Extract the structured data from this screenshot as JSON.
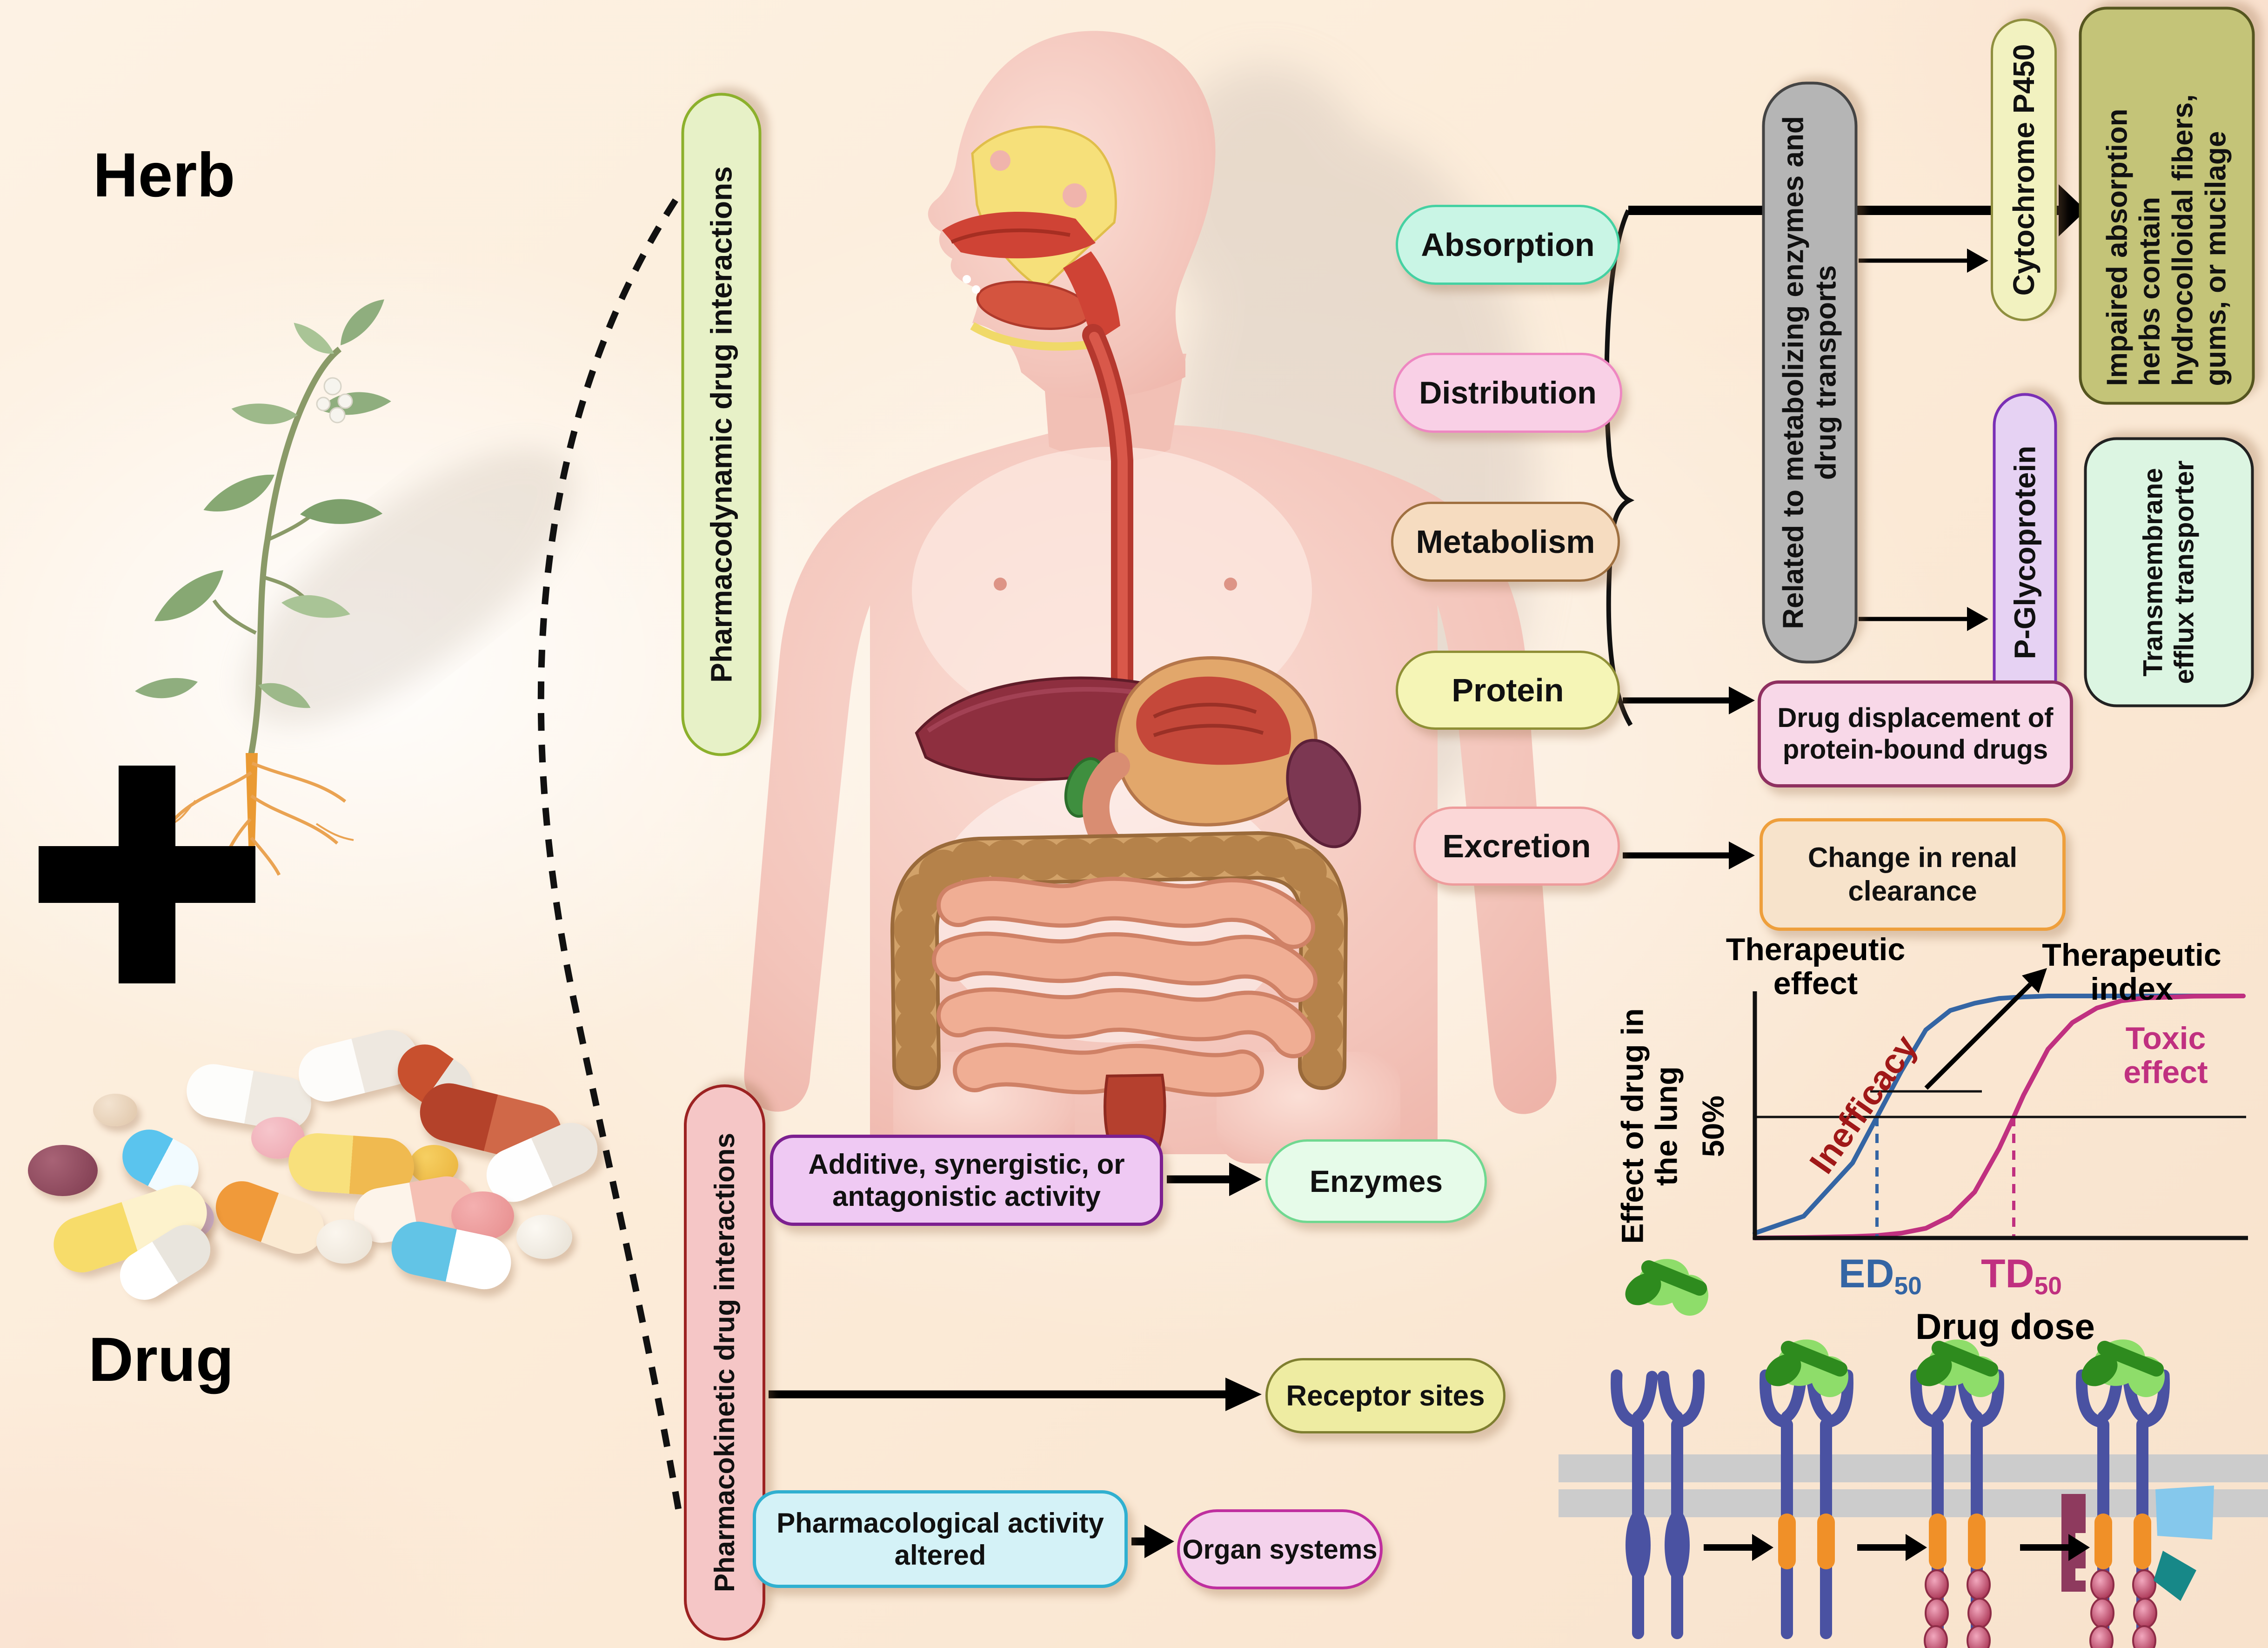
{
  "herb_drug": {
    "herb_label": "Herb",
    "plus_sign": "+",
    "drug_label": "Drug"
  },
  "interaction_labels": {
    "pharmacodynamic": "Pharmacodynamic drug interactions",
    "pharmacokinetic": "Pharmacokinetic drug interactions"
  },
  "adme": [
    {
      "label": "Absorption",
      "fill": "#c9f5e5",
      "border": "#45d1a2"
    },
    {
      "label": "Distribution",
      "fill": "#f9d0e6",
      "border": "#ee87c1"
    },
    {
      "label": "Metabolism",
      "fill": "#f6dcc0",
      "border": "#9f7040"
    },
    {
      "label": "Protein",
      "fill": "#f5f5b6",
      "border": "#8f8f36"
    },
    {
      "label": "Excretion",
      "fill": "#fbd7d7",
      "border": "#ee9c9c"
    }
  ],
  "mediators": {
    "related_box": "Related to metabolizing enzymes and drug transports",
    "cytochrome": "Cytochrome P450",
    "pglycoprotein": "P-Glycoprotein",
    "impaired": "Impaired absorption herbs contain hydrocolloidal fibers, gums, or mucilage",
    "transmembrane": "Transmembrane efflux transporter",
    "displacement": "Drug displacement of protein-bound drugs",
    "renal": "Change in renal clearance"
  },
  "pathways": {
    "additive": "Additive, synergistic, or antagonistic activity",
    "pharmacological": "Pharmacological activity altered",
    "enzymes": "Enzymes",
    "receptor_sites": "Receptor sites",
    "organ_systems": "Organ systems"
  },
  "chart_data": {
    "type": "line",
    "xlabel": "Drug dose",
    "ylabel": "Effect of drug in the lung",
    "ytick": "50%",
    "annotations": {
      "left_curve": "Therapeutic effect",
      "right_curve": "Therapeutic index",
      "toxic": "Toxic effect",
      "inefficacy": "Inefficacy",
      "ed": "ED",
      "td": "TD",
      "sub": "50"
    },
    "x": [
      0,
      1,
      2,
      2.5,
      3,
      3.5,
      4,
      4.5,
      5,
      5.3,
      5.5,
      6,
      6.5,
      7,
      7.5,
      8,
      9,
      10
    ],
    "series": [
      {
        "name": "Therapeutic effect",
        "color": "#3465a4",
        "values": [
          2,
          9,
          31,
          50,
          69,
          86,
          94,
          97,
          99,
          99.4,
          99.6,
          100,
          100,
          100,
          100,
          100,
          100,
          100
        ]
      },
      {
        "name": "Toxic effect",
        "color": "#c03080",
        "values": [
          0,
          0.2,
          0.6,
          1,
          2,
          4,
          9,
          19,
          37,
          50,
          59,
          78,
          89,
          95,
          98,
          99.2,
          99.9,
          100
        ]
      }
    ],
    "ed50_x": 2.5,
    "td50_x": 5.3,
    "reference_pct": 50,
    "xlim": [
      0,
      10
    ],
    "ylim": [
      0,
      100
    ],
    "grid": false,
    "legend_position": "none"
  },
  "colors": {
    "pharmacodynamic_fill": "#e7f1c7",
    "pharmacodynamic_border": "#8cb02c",
    "pharmacokinetic_fill": "#f5c6c6",
    "pharmacokinetic_border": "#9c2222",
    "related_fill": "#b5b5b5",
    "related_border": "#444444",
    "cytochrome_fill": "#f2f2c0",
    "cytochrome_border": "#8f8f3f",
    "pgly_fill": "#e6d2f3",
    "pgly_border": "#7a2fb5",
    "impaired_fill": "#c4c478",
    "impaired_border": "#55551f",
    "transmembrane_fill": "#dcf5e2",
    "transmembrane_border": "#222222",
    "displacement_fill": "#f8d8e8",
    "displacement_border": "#8f3060",
    "renal_fill": "#f7e3cb",
    "renal_border": "#ee9f3c",
    "additive_fill": "#efc9f3",
    "additive_border": "#7c2090",
    "pharmacological_fill": "#d4f2f7",
    "pharmacological_border": "#30b0d0",
    "enzymes_fill": "#e6fbe9",
    "enzymes_border": "#70d890",
    "receptor_fill": "#eeeca2",
    "receptor_border": "#7f7f30",
    "organ_fill": "#f4d2ec",
    "organ_border": "#bf2f9f",
    "curve_blue": "#3465a4",
    "curve_magenta": "#c03080",
    "inefficacy_red": "#a01818",
    "receptor_blue": "#4a52a2",
    "kinase_orange": "#f09028",
    "phosphate_red": "#c04868",
    "ligand_dark_green": "#2e8b1e",
    "ligand_light_green": "#8edd6a",
    "membrane_gray": "#cccccc"
  }
}
